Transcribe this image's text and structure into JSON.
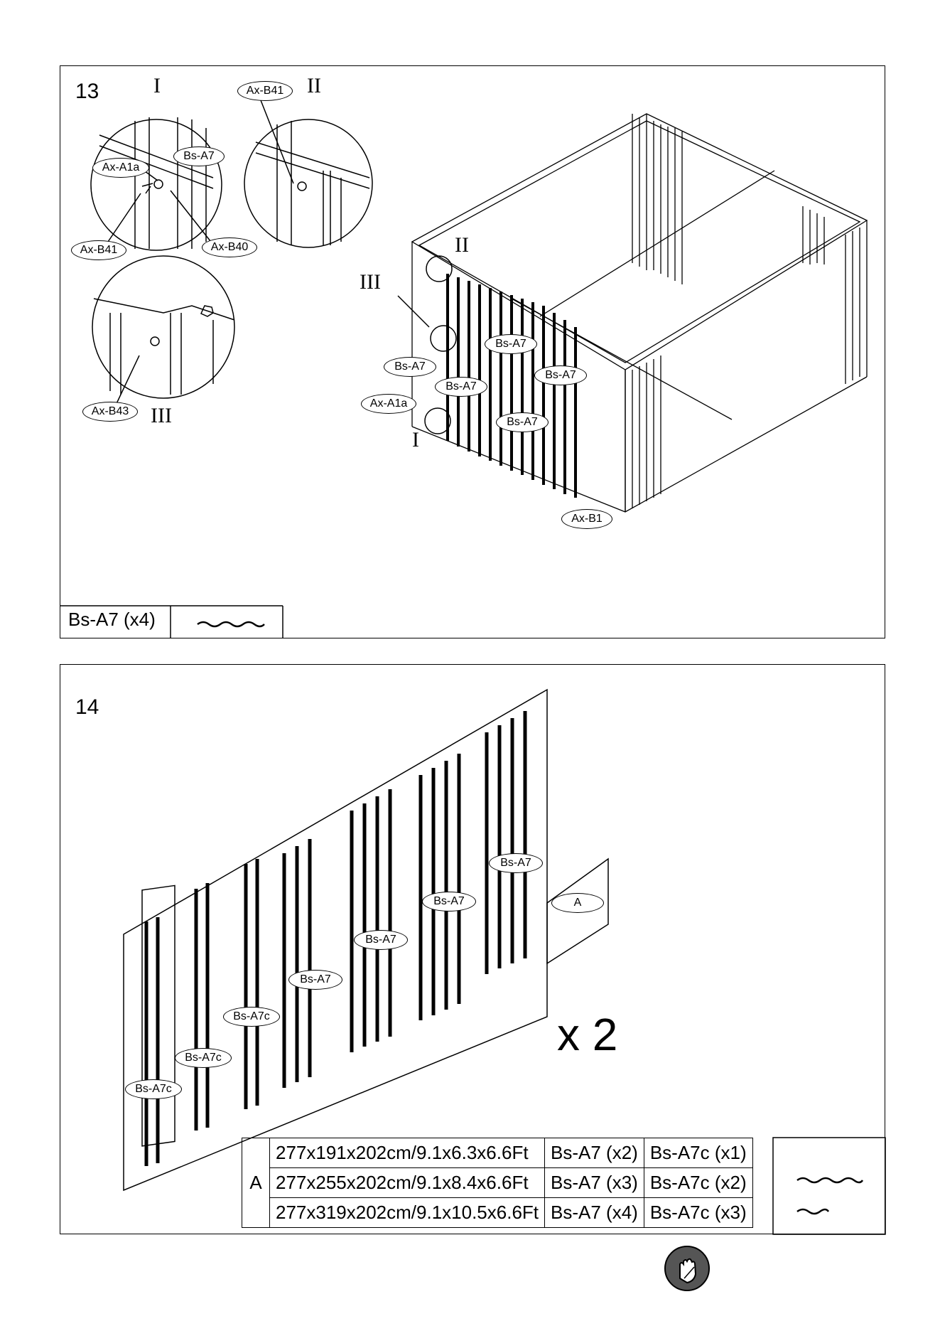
{
  "step13": {
    "number": "13",
    "detail_labels": {
      "I": "I",
      "II": "II",
      "III": "III"
    },
    "tags": {
      "ax_b41_top": "Ax-B41",
      "bs_a7_detail": "Bs-A7",
      "ax_a1a_detail": "Ax-A1a",
      "ax_b41_detail": "Ax-B41",
      "ax_b40": "Ax-B40",
      "ax_b43": "Ax-B43",
      "bs_a7_main_1": "Bs-A7",
      "bs_a7_main_2": "Bs-A7",
      "bs_a7_main_3": "Bs-A7",
      "bs_a7_main_4": "Bs-A7",
      "bs_a7_main_5": "Bs-A7",
      "ax_a1a_main": "Ax-A1a",
      "ax_b1": "Ax-B1"
    },
    "parts_label": "Bs-A7 (x4)"
  },
  "step14": {
    "number": "14",
    "tags": [
      "Bs-A7c",
      "Bs-A7c",
      "Bs-A7c",
      "Bs-A7",
      "Bs-A7",
      "Bs-A7",
      "Bs-A7"
    ],
    "group_tag": "A",
    "multiplier": "x 2",
    "table": {
      "group": "A",
      "rows": [
        {
          "size": "277x191x202cm/9.1x6.3x6.6Ft",
          "bs_a7": "Bs-A7 (x2)",
          "bs_a7c": "Bs-A7c (x1)"
        },
        {
          "size": "277x255x202cm/9.1x8.4x6.6Ft",
          "bs_a7": "Bs-A7 (x3)",
          "bs_a7c": "Bs-A7c (x2)"
        },
        {
          "size": "277x319x202cm/9.1x10.5x6.6Ft",
          "bs_a7": "Bs-A7 (x4)",
          "bs_a7c": "Bs-A7c (x3)"
        }
      ]
    }
  },
  "icons": {
    "gloves": "gloves-icon"
  }
}
